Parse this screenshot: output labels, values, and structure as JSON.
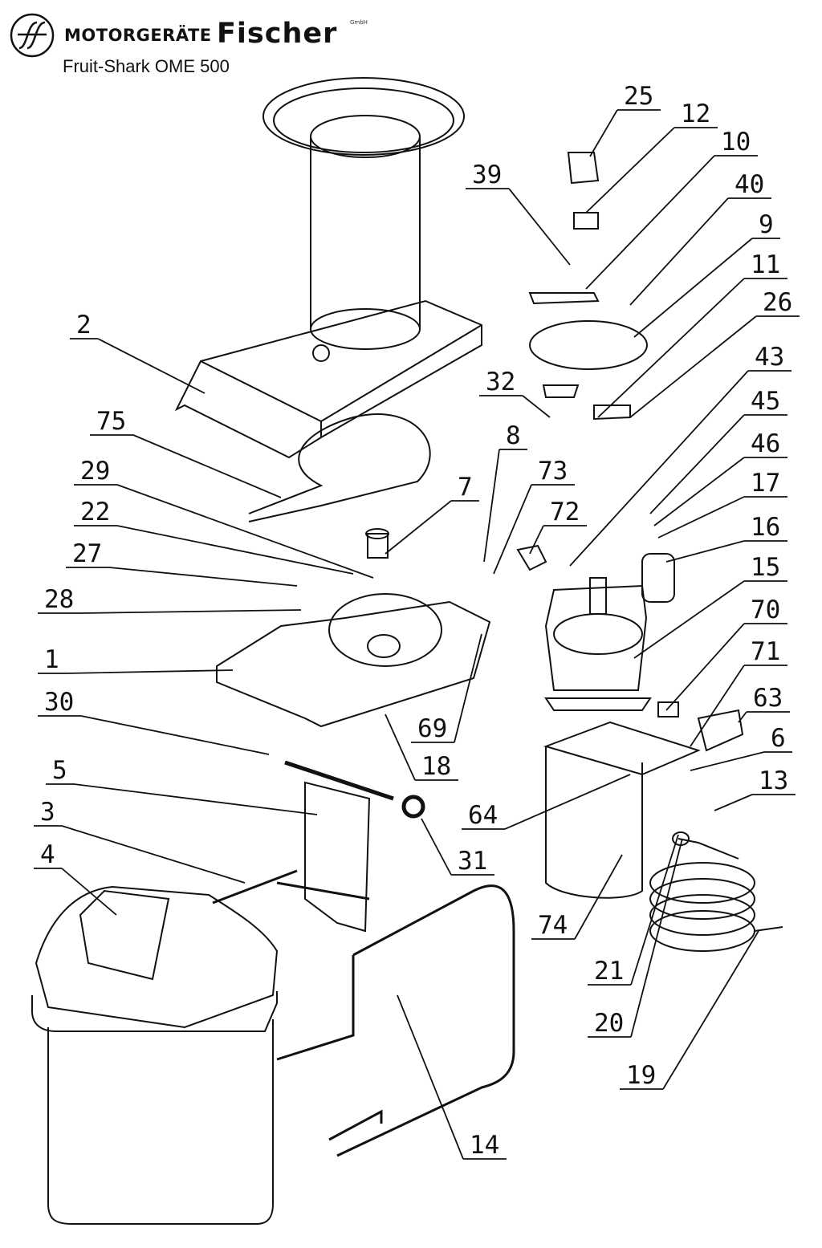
{
  "header": {
    "brand": "MOTORGERÄTE",
    "brand_name": "Fischer",
    "brand_suffix": "GmbH",
    "model": "Fruit-Shark OME 500",
    "logo_icon": "ff-circle-logo"
  },
  "diagram": {
    "part_numbers": [
      "25",
      "12",
      "10",
      "39",
      "40",
      "9",
      "11",
      "26",
      "32",
      "43",
      "45",
      "46",
      "17",
      "16",
      "15",
      "70",
      "71",
      "63",
      "6",
      "13",
      "64",
      "31",
      "74",
      "21",
      "20",
      "19",
      "14",
      "18",
      "69",
      "2",
      "75",
      "29",
      "22",
      "27",
      "28",
      "1",
      "30",
      "5",
      "3",
      "4",
      "8",
      "73",
      "72",
      "7"
    ]
  }
}
